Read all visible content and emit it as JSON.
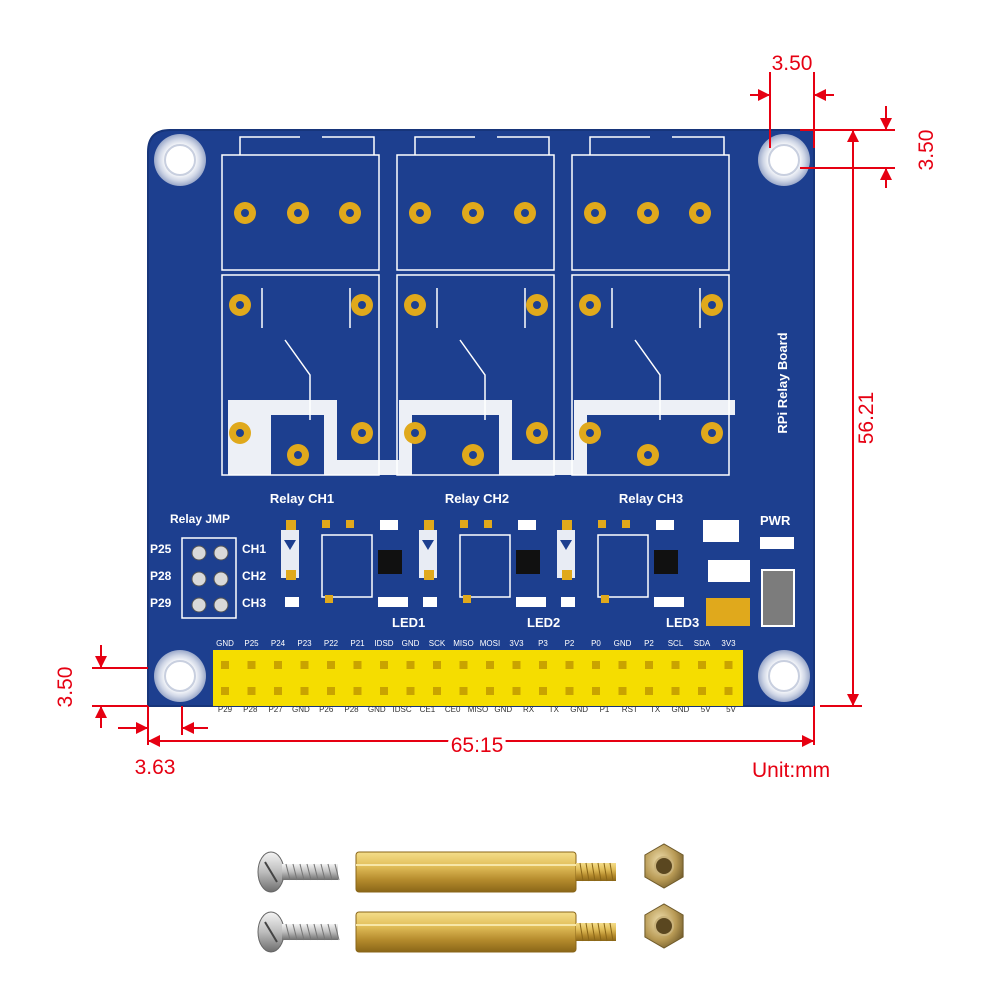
{
  "board": {
    "title": "RPi Relay Board",
    "relay_channels": [
      "Relay CH1",
      "Relay CH2",
      "Relay CH3"
    ],
    "led_labels": [
      "LED1",
      "LED2",
      "LED3"
    ],
    "pwr_label": "PWR",
    "jumper": {
      "title": "Relay JMP",
      "left_pins": [
        "P25",
        "P28",
        "P29"
      ],
      "right_labels": [
        "CH1",
        "CH2",
        "CH3"
      ]
    },
    "header_top_labels": [
      "GND",
      "P25",
      "P24",
      "P23",
      "P22",
      "P21",
      "IDSD",
      "GND",
      "SCK",
      "MISO",
      "MOSI",
      "3V3",
      "P3",
      "P2",
      "P0",
      "GND",
      "P2",
      "SCL",
      "SDA",
      "3V3"
    ],
    "header_bottom_labels": [
      "P29",
      "P28",
      "P27",
      "GND",
      "P26",
      "P28",
      "GND",
      "IDSC",
      "CE1",
      "CE0",
      "MISO",
      "GND",
      "RX",
      "TX",
      "GND",
      "P1",
      "RST",
      "TX",
      "GND",
      "5V",
      "5V"
    ]
  },
  "dimensions": {
    "top_offset": "3.50",
    "right_offset": "3.50",
    "height": "56.21",
    "left_offset": "3.50",
    "bottom_left": "3.63",
    "width": "65.15",
    "unit": "Unit:mm"
  },
  "accessories": {
    "items": [
      "screw",
      "brass-standoff",
      "hex-nut"
    ],
    "rows": 2
  },
  "colors": {
    "pcb": "#1d3f8f",
    "pcb_edge": "#17357a",
    "silkscreen": "#ffffff",
    "pad_gold": "#e0a91c",
    "header_yellow": "#f5dd00",
    "dimension_red": "#e60012",
    "brass": "#c9a13a"
  }
}
